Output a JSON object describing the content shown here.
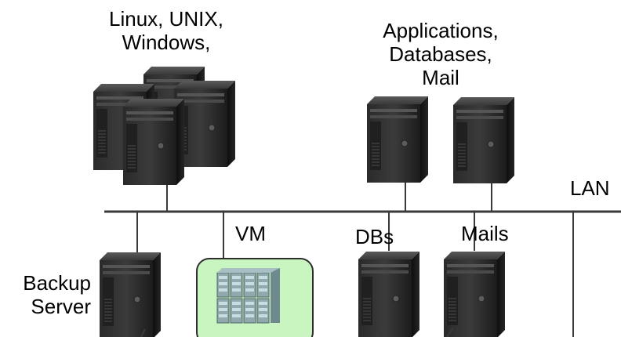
{
  "labels": {
    "os_line1": "Linux, UNIX,",
    "os_line2": "Windows,",
    "apps_line1": "Applications,",
    "apps_line2": "Databases,",
    "apps_line3": "Mail",
    "lan": "LAN",
    "vm": "VM",
    "dbs": "DBs",
    "mails": "Mails",
    "backup_line1": "Backup",
    "backup_line2": "Server"
  },
  "colors": {
    "line": "#3a3a3a",
    "server_dark": "#1b1b1b",
    "server_mid": "#3d3d3d",
    "vm_bg": "#c8f5c0",
    "vm_border": "#2e2e2e"
  },
  "icons": {
    "server": "tower-server-icon",
    "vm": "storage-array-icon"
  }
}
